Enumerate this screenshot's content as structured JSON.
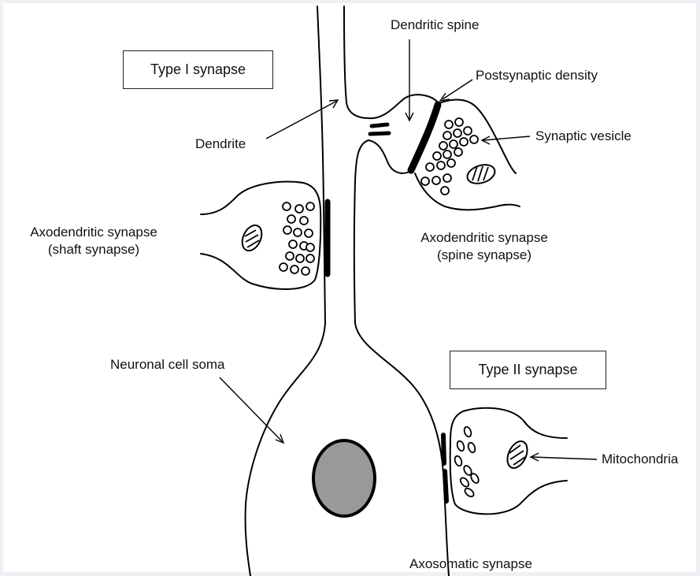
{
  "boxes": {
    "type1": "Type I synapse",
    "type2": "Type II synapse"
  },
  "labels": {
    "dendritic_spine": "Dendritic spine",
    "postsynaptic_density": "Postsynaptic density",
    "synaptic_vesicle": "Synaptic vesicle",
    "dendrite": "Dendrite",
    "axodendritic_shaft_1": "Axodendritic synapse",
    "axodendritic_shaft_2": "(shaft synapse)",
    "axodendritic_spine_1": "Axodendritic synapse",
    "axodendritic_spine_2": "(spine synapse)",
    "neuronal_cell_soma": "Neuronal cell soma",
    "mitochondria": "Mitochondria",
    "axosomatic_synapse": "Axosomatic synapse"
  },
  "colors": {
    "line": "#000000",
    "nucleus_fill": "#999999",
    "background": "#ffffff",
    "frame": "#eef0f3"
  }
}
